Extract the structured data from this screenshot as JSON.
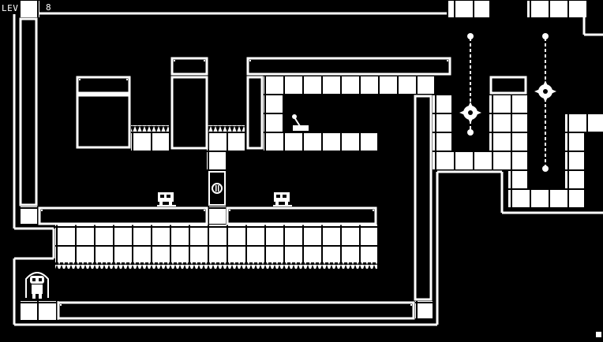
{
  "hud": {
    "level_label": "LEV",
    "level_number": "8"
  },
  "colors": {
    "background": "#000000",
    "foreground": "#ffffff"
  },
  "entities": {
    "player": "player-character",
    "enemies": [
      "walker-robot",
      "walker-robot"
    ],
    "hazards": [
      "spike-row",
      "spike-row",
      "spike-row",
      "spinning-sawblade",
      "spinning-sawblade"
    ],
    "interactables": [
      "floor-lever",
      "locked-door"
    ]
  }
}
